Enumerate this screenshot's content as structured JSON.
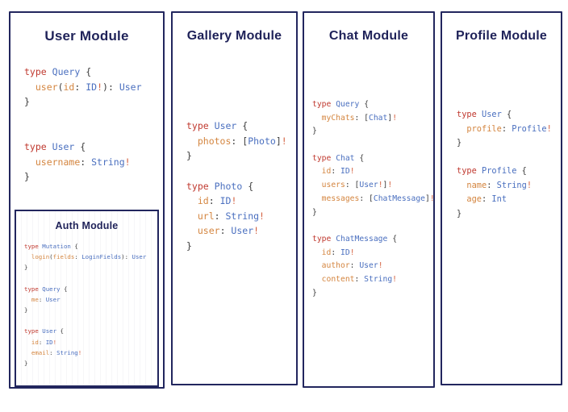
{
  "meta": {
    "background_color": "#ffffff",
    "border_color": "#22265e",
    "title_color": "#1f2259"
  },
  "syntax_colors": {
    "keyword": "#c0392f",
    "type_name": "#4a6fbf",
    "field_name": "#d4853f",
    "value_type": "#4a6fbf",
    "non_null": "#d4603f",
    "punctuation": "#3c3c3c"
  },
  "panels": [
    {
      "id": "user",
      "title": "User Module",
      "code_lines": [
        "type Query {",
        "  user(id: ID!): User",
        "}",
        "",
        "",
        "type User {",
        "  username: String!",
        "}"
      ],
      "sub_panel": {
        "id": "auth",
        "title": "Auth Module",
        "code_lines": [
          "type Mutation {",
          "  login(fields: LoginFields): User",
          "}",
          "",
          "type Query {",
          "  me: User",
          "}",
          "",
          "type User {",
          "  id: ID!",
          "  email: String!",
          "}"
        ]
      }
    },
    {
      "id": "gallery",
      "title": "Gallery Module",
      "code_lines": [
        "type User {",
        "  photos: [Photo]!",
        "}",
        "",
        "type Photo {",
        "  id: ID!",
        "  url: String!",
        "  user: User!",
        "}"
      ]
    },
    {
      "id": "chat",
      "title": "Chat Module",
      "code_lines": [
        "type Query {",
        "  myChats: [Chat]!",
        "}",
        "",
        "type Chat {",
        "  id: ID!",
        "  users: [User!]!",
        "  messages: [ChatMessage]!",
        "}",
        "",
        "type ChatMessage {",
        "  id: ID!",
        "  author: User!",
        "  content: String!",
        "}"
      ]
    },
    {
      "id": "profile",
      "title": "Profile Module",
      "code_lines": [
        "type User {",
        "  profile: Profile!",
        "}",
        "",
        "type Profile {",
        "  name: String!",
        "  age: Int",
        "}"
      ]
    }
  ]
}
